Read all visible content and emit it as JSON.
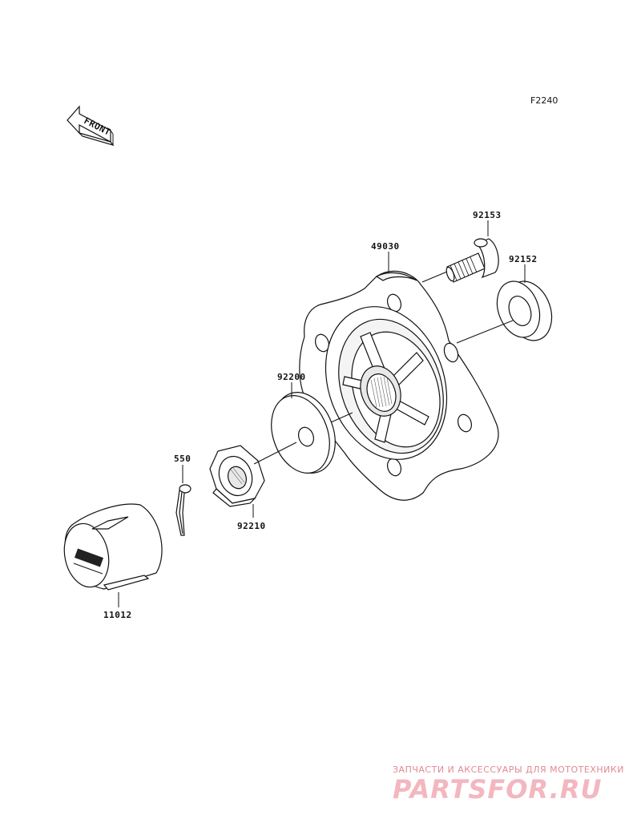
{
  "diagram": {
    "code": "F2240",
    "front_label": "FRONT",
    "parts": [
      {
        "number": "49030",
        "name": "hub"
      },
      {
        "number": "92153",
        "name": "stud"
      },
      {
        "number": "92152",
        "name": "seal"
      },
      {
        "number": "92200",
        "name": "washer"
      },
      {
        "number": "550",
        "name": "cotter-pin"
      },
      {
        "number": "92210",
        "name": "nut"
      },
      {
        "number": "11012",
        "name": "cap"
      }
    ]
  },
  "watermark": {
    "line1": "ЗАПЧАСТИ И АКСЕССУАРЫ ДЛЯ МОТОТЕХНИКИ",
    "line2": "PARTSFOR.RU"
  }
}
